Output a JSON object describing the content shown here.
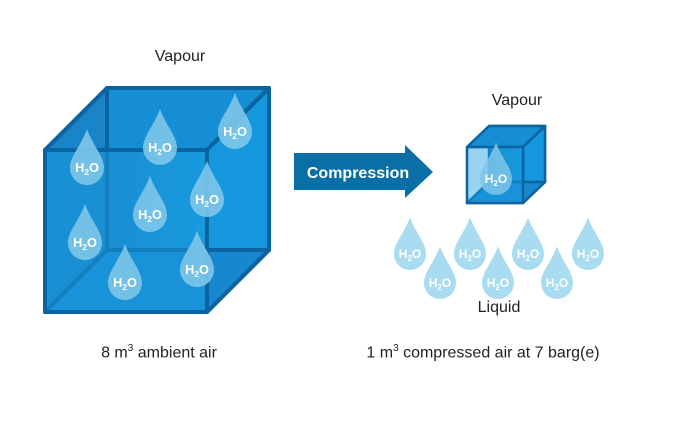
{
  "left": {
    "title": "Vapour",
    "caption_pre": "8 m",
    "caption_sup": "3",
    "caption_post": " ambient air"
  },
  "arrow": {
    "label": "Compression"
  },
  "right": {
    "title": "Vapour",
    "liquid_label": "Liquid",
    "caption_pre": "1 m",
    "caption_sup": "3",
    "caption_post": " compressed air at 7 barg(e)"
  },
  "molecule": {
    "main": "H",
    "sub": "2",
    "end": "O"
  },
  "colors": {
    "cube_dark": "#0a6fb0",
    "cube_fill": "#1590d6",
    "cube_light": "#1aa6e6",
    "arrow": "#0a6fa6",
    "drop_vapour": "#7ec6ea",
    "drop_liquid": "#a9dcf0"
  }
}
